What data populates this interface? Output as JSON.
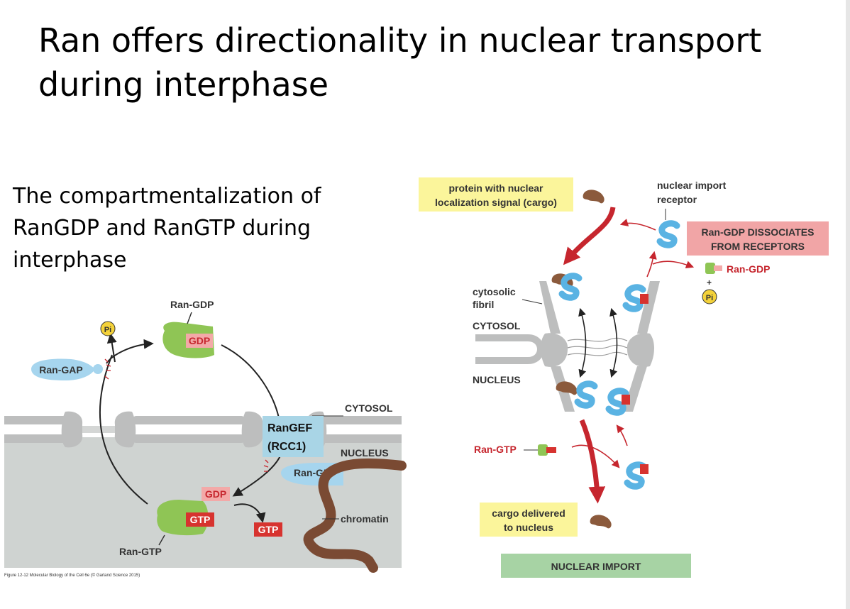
{
  "slide": {
    "title": "Ran offers directionality in nuclear transport during interphase",
    "subtitle": "The compartmentalization of RanGDP and RanGTP during interphase"
  },
  "left_diagram": {
    "ran_gdp_label": "Ran-GDP",
    "gdp_tag": "GDP",
    "pi_label": "Pi",
    "ran_gap_label": "Ran-GAP",
    "cytosol_label": "CYTOSOL",
    "nucleus_label": "NUCLEUS",
    "rangef_box": [
      "RanGEF",
      "(RCC1)"
    ],
    "ran_gef_label": "Ran-GEF",
    "gdp_released": "GDP",
    "gtp_on_ran": "GTP",
    "gtp_free": "GTP",
    "chromatin_label": "chromatin",
    "ran_gtp_label": "Ran-GTP",
    "figure_credit": "Figure 12-12 Molecular Biology of the Cell 6e (© Garland Science 2015)"
  },
  "right_diagram": {
    "cargo_box": [
      "protein with nuclear",
      "localization signal (cargo)"
    ],
    "receptor_label": [
      "nuclear import",
      "receptor"
    ],
    "dissociates_box": [
      "Ran-GDP DISSOCIATES",
      "FROM RECEPTORS"
    ],
    "ran_gdp_label": "Ran-GDP",
    "plus_sign": "+",
    "pi_label": "Pi",
    "fibril_label": [
      "cytosolic",
      "fibril"
    ],
    "cytosol_label": "CYTOSOL",
    "nucleus_label": "NUCLEUS",
    "ran_gtp_label": "Ran-GTP",
    "delivered_box": [
      "cargo delivered",
      "to nucleus"
    ],
    "footer_label": "NUCLEAR IMPORT"
  },
  "colors": {
    "nucleus_gray": "#cfd3d1",
    "pore_gray": "#bdbebe",
    "ran_green": "#8fc555",
    "receptor_blue": "#5ab3e3",
    "light_blue": "#a6d5ee",
    "arrow_red": "#c6262e",
    "cargo_brown": "#8b5a3c",
    "chromatin_brown": "#7a4a33",
    "gdp_pink": "#f3a9a8",
    "gtp_red": "#d7332f",
    "highlight_yellow": "#fbf59b",
    "dissociate_pink": "#f1a5a6",
    "footer_green": "#a7d3a4",
    "pi_yellow": "#f4d23a",
    "rangef_blue": "#a9d5e6"
  }
}
